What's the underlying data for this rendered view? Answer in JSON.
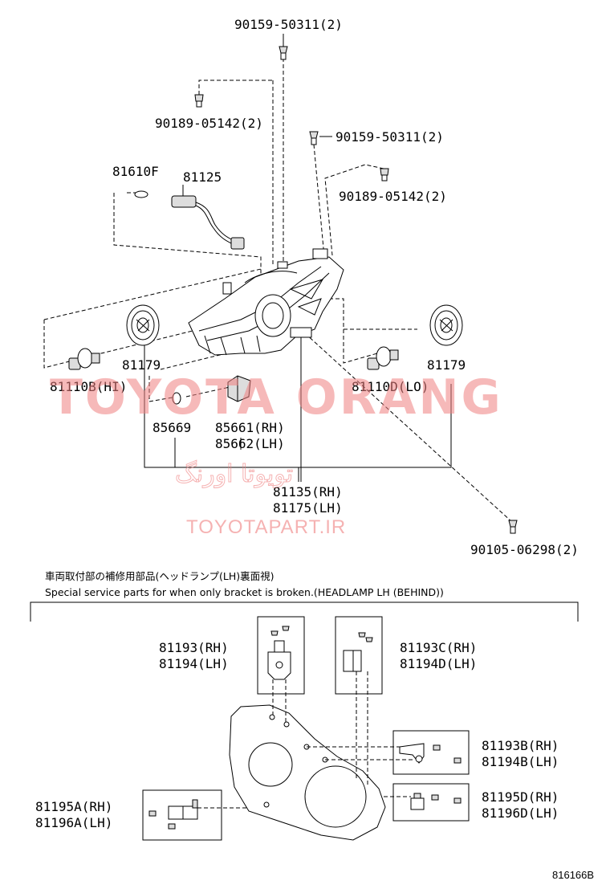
{
  "labels": {
    "bolt_top": "90159-50311(2)",
    "bolt_top_washer": "90189-05142(2)",
    "bolt_right": "90159-50311(2)",
    "bolt_right_washer": "90189-05142(2)",
    "cap": "81610F",
    "socket": "81125",
    "cover_left": "81179",
    "cover_right": "81179",
    "bulb_hi": "81110B(HI)",
    "bulb_lo": "81110D(LO)",
    "oring": "85669",
    "actuator_rh": "85661(RH)",
    "actuator_lh": "85662(LH)",
    "lamp_rh": "81135(RH)",
    "lamp_lh": "81175(LH)",
    "screw_bottom": "90105-06298(2)"
  },
  "notes": {
    "japanese": "車両取付部の補修用部品(ヘッドランプ(LH)裏面視)",
    "english": "Special service parts for when only bracket is broken.(HEADLAMP LH (BEHIND))"
  },
  "repair_labels": {
    "b1_rh": "81193(RH)",
    "b1_lh": "81194(LH)",
    "b2_rh": "81193C(RH)",
    "b2_lh": "81194D(LH)",
    "b3_rh": "81193B(RH)",
    "b3_lh": "81194B(LH)",
    "b4_rh": "81195D(RH)",
    "b4_lh": "81196D(LH)",
    "b5_rh": "81195A(RH)",
    "b5_lh": "81196A(LH)"
  },
  "watermark": {
    "main": "TOYOTA ORANG",
    "persian": "تویوتا اورنگ",
    "url": "TOYOTAPART.IR"
  },
  "diagram_code": "816166B",
  "colors": {
    "watermark": "#f08080",
    "line": "#000000"
  }
}
